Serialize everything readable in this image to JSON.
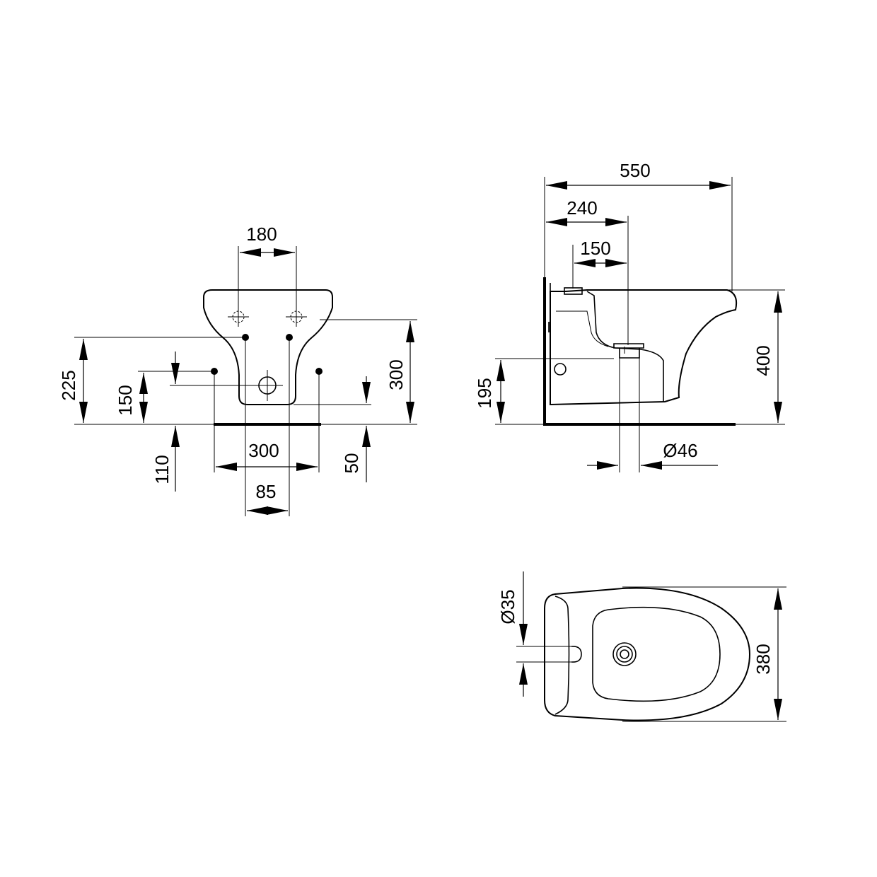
{
  "front_view": {
    "dim_180": "180",
    "dim_225": "225",
    "dim_150": "150",
    "dim_300_height": "300",
    "dim_110": "110",
    "dim_300_width": "300",
    "dim_50": "50",
    "dim_85": "85"
  },
  "side_view": {
    "dim_550": "550",
    "dim_240": "240",
    "dim_150": "150",
    "dim_400": "400",
    "dim_195": "195",
    "dim_diameter_46": "Ø46"
  },
  "top_view": {
    "dim_diameter_35": "Ø35",
    "dim_380": "380"
  }
}
